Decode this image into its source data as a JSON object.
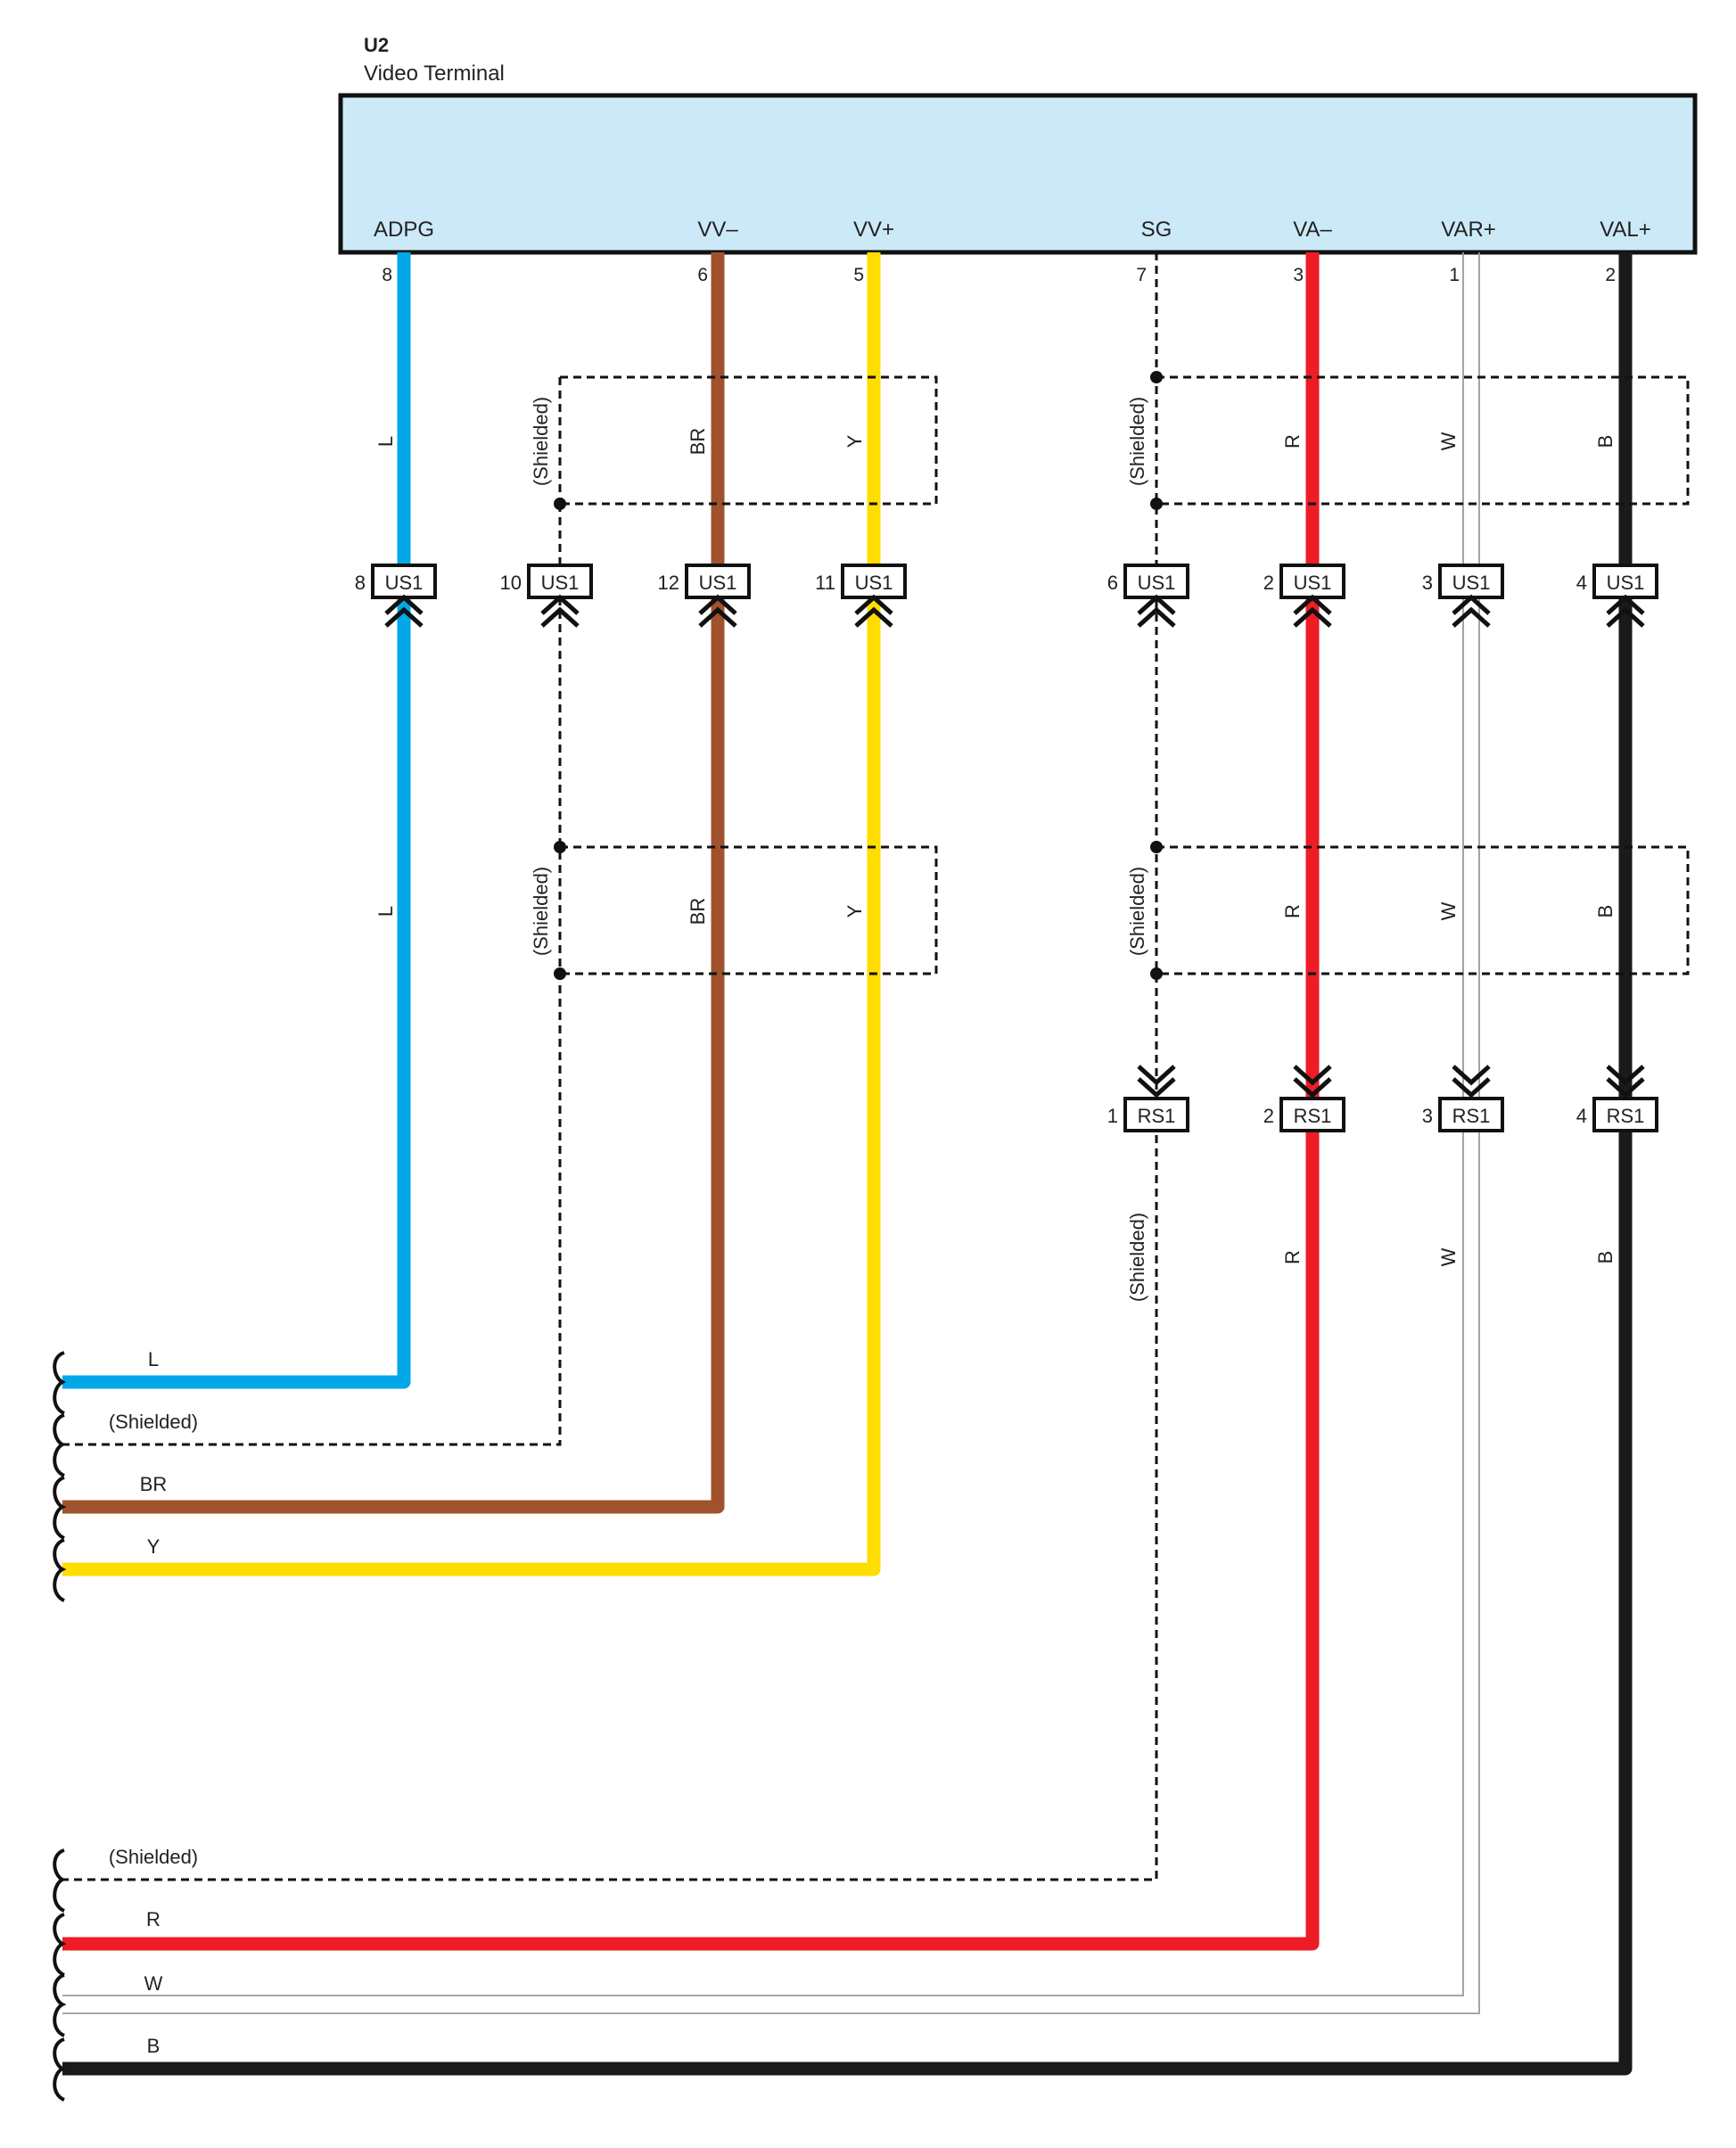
{
  "header": {
    "title": "U2",
    "subtitle": "Video Terminal"
  },
  "colors": {
    "module_fill": "#cce9f8",
    "L": "#00a8e8",
    "BR": "#a0522d",
    "Y": "#ffdd00",
    "R": "#ee1c25",
    "W": "#9a9a9a",
    "B": "#1a1a1a",
    "shield": "#111111"
  },
  "pins": [
    {
      "name": "ADPG",
      "num": "8"
    },
    {
      "name": "VV–",
      "num": "6"
    },
    {
      "name": "VV+",
      "num": "5"
    },
    {
      "name": "SG",
      "num": "7"
    },
    {
      "name": "VA–",
      "num": "3"
    },
    {
      "name": "VAR+",
      "num": "1"
    },
    {
      "name": "VAL+",
      "num": "2"
    }
  ],
  "wire_labels": {
    "top": [
      "L",
      "(Shielded)",
      "BR",
      "Y",
      "(Shielded)",
      "R",
      "W",
      "B"
    ],
    "mid": [
      "L",
      "(Shielded)",
      "BR",
      "Y",
      "(Shielded)",
      "R",
      "W",
      "B"
    ],
    "low": [
      "(Shielded)",
      "R",
      "W",
      "B"
    ]
  },
  "us1_connectors": [
    {
      "pin": "8",
      "label": "US1"
    },
    {
      "pin": "10",
      "label": "US1"
    },
    {
      "pin": "12",
      "label": "US1"
    },
    {
      "pin": "11",
      "label": "US1"
    },
    {
      "pin": "6",
      "label": "US1"
    },
    {
      "pin": "2",
      "label": "US1"
    },
    {
      "pin": "3",
      "label": "US1"
    },
    {
      "pin": "4",
      "label": "US1"
    }
  ],
  "rs1_connectors": [
    {
      "pin": "1",
      "label": "RS1"
    },
    {
      "pin": "2",
      "label": "RS1"
    },
    {
      "pin": "3",
      "label": "RS1"
    },
    {
      "pin": "4",
      "label": "RS1"
    }
  ],
  "exits": {
    "group1": [
      "L",
      "(Shielded)",
      "BR",
      "Y"
    ],
    "group2": [
      "(Shielded)",
      "R",
      "W",
      "B"
    ]
  }
}
